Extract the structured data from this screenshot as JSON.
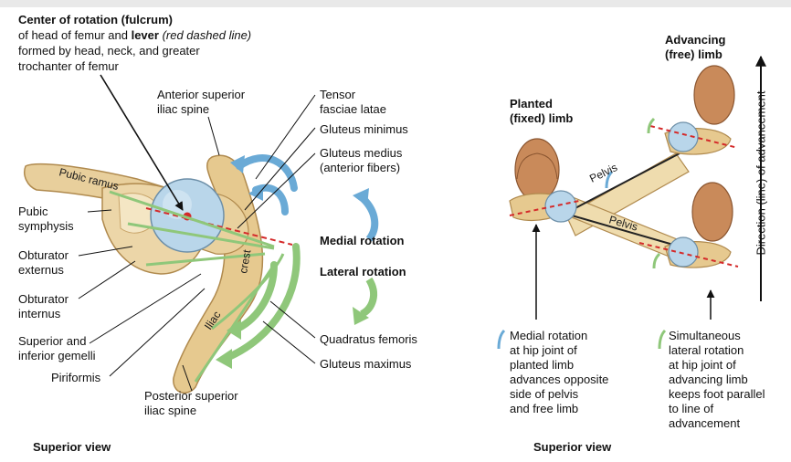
{
  "left_panel": {
    "title": "Center of rotation (fulcrum)",
    "desc_part1": "of head of femur and ",
    "desc_lever": "lever",
    "desc_italic": " (red dashed line)",
    "desc_line2": "formed by head, neck, and greater",
    "desc_line3": "trochanter of femur",
    "labels": {
      "asis": "Anterior superior\niliac spine",
      "tfl": "Tensor\nfasciae latae",
      "glut_min": "Gluteus minimus",
      "glut_med": "Gluteus medius\n(anterior fibers)",
      "medial_rotation": "Medial rotation",
      "lateral_rotation": "Lateral rotation",
      "pubic_ramus": "Pubic ramus",
      "pubic_symphysis": "Pubic\nsymphysis",
      "obt_ext": "Obturator\nexternus",
      "obt_int": "Obturator\ninternus",
      "gemelli": "Superior and\ninferior gemelli",
      "piriformis": "Piriformis",
      "psis": "Posterior superior\niliac spine",
      "quad_fem": "Quadratus femoris",
      "glut_max": "Gluteus maximus",
      "iliac": "Iliac",
      "crest": "crest"
    },
    "view": "Superior view"
  },
  "right_panel": {
    "planted": "Planted\n(fixed) limb",
    "advancing": "Advancing\n(free) limb",
    "pelvis_label": "Pelvis",
    "direction": "Direction (line) of advancement",
    "medial_note": "Medial rotation\nat hip joint of\nplanted limb\nadvances opposite\nside of pelvis\nand free limb",
    "lateral_note": "Simultaneous\nlateral rotation\nat hip joint of\nadvancing limb\nkeeps foot parallel\nto line of\nadvancement",
    "view": "Superior view"
  },
  "colors": {
    "bone": "#e8cf9c",
    "bone_edge": "#b08a4e",
    "femoral_head": "#b9d6ea",
    "medial_arrow": "#6aaad6",
    "lateral_arrow": "#8fc77a",
    "lever": "#d42a2a",
    "skin": "#c98a5a"
  }
}
